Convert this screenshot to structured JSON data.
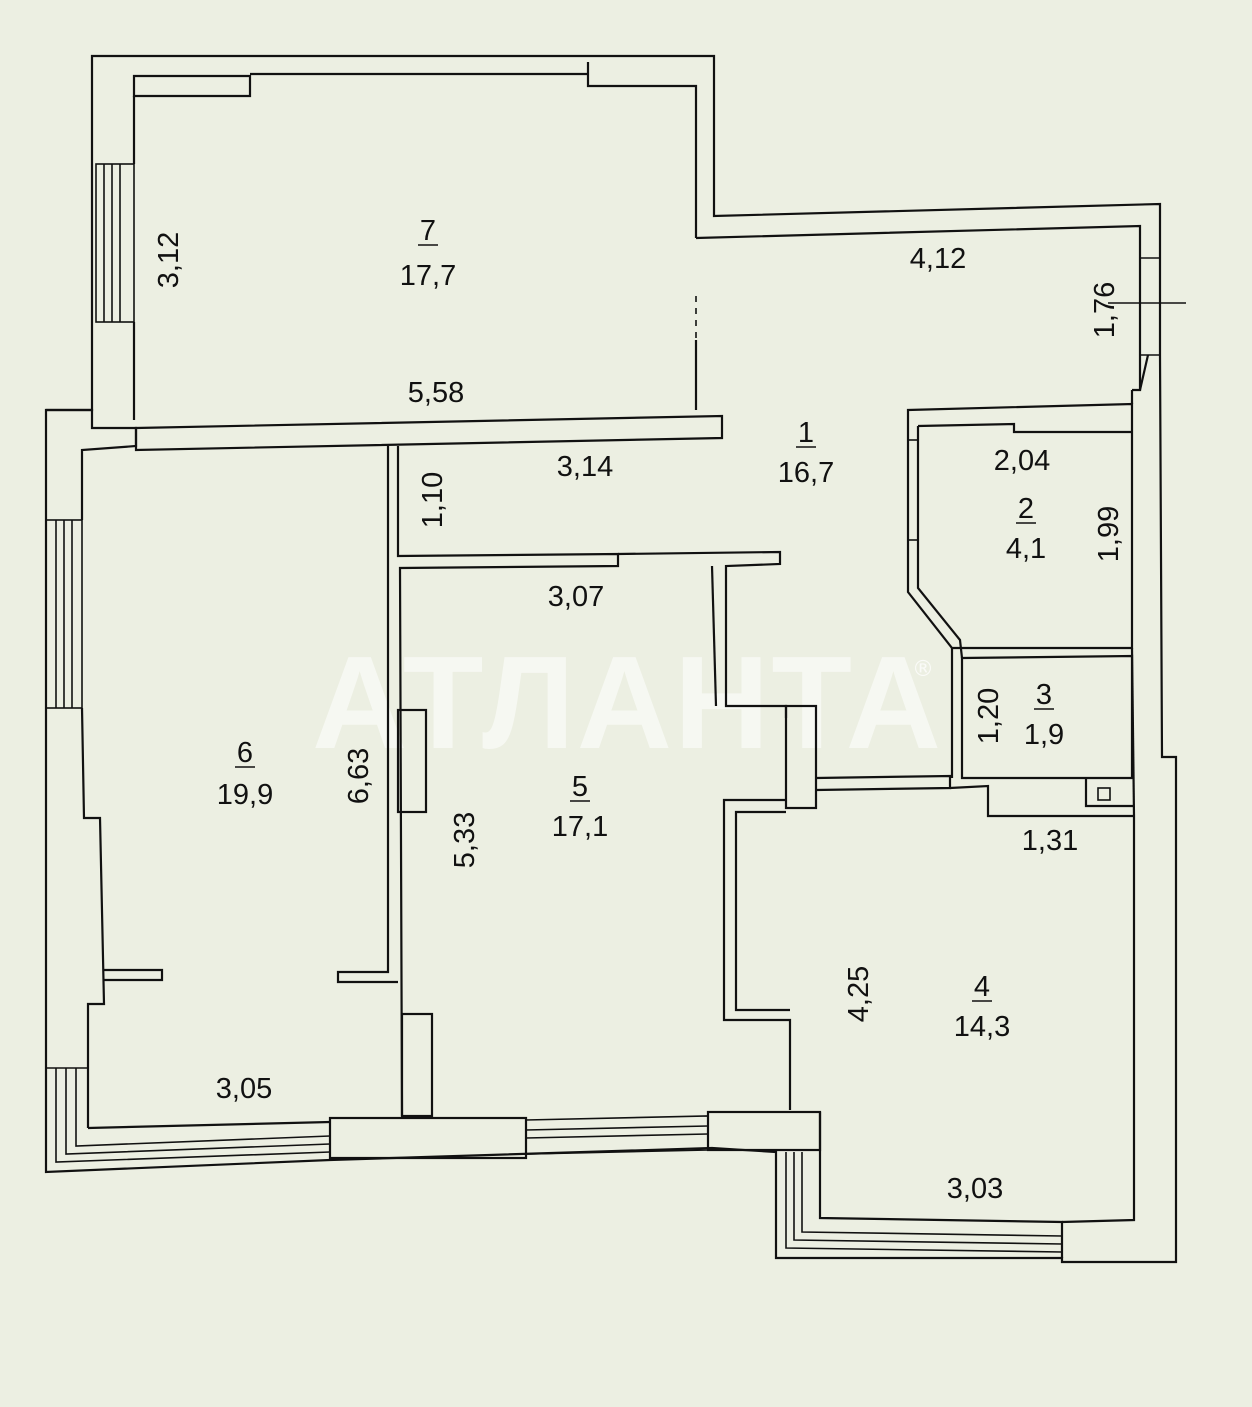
{
  "watermark": {
    "text": "АТЛАНТА",
    "registered": "®"
  },
  "rooms": [
    {
      "number": "1",
      "area": "16,7"
    },
    {
      "number": "2",
      "area": "4,1"
    },
    {
      "number": "3",
      "area": "1,9"
    },
    {
      "number": "4",
      "area": "14,3"
    },
    {
      "number": "5",
      "area": "17,1"
    },
    {
      "number": "6",
      "area": "19,9"
    },
    {
      "number": "7",
      "area": "17,7"
    }
  ],
  "dimensions": {
    "r7_height": "3,12",
    "r7_width": "5,58",
    "r1_top": "4,12",
    "r1_right": "1,76",
    "corridor_width": "3,14",
    "corridor_depth": "1,10",
    "r2_width": "2,04",
    "r2_height": "1,99",
    "r3_height": "1,20",
    "r3_width": "1,31",
    "r5_top": "3,07",
    "r5_height": "5,33",
    "r6_height": "6,63",
    "r6_bottom": "3,05",
    "r4_height": "4,25",
    "r4_bottom": "3,03"
  }
}
